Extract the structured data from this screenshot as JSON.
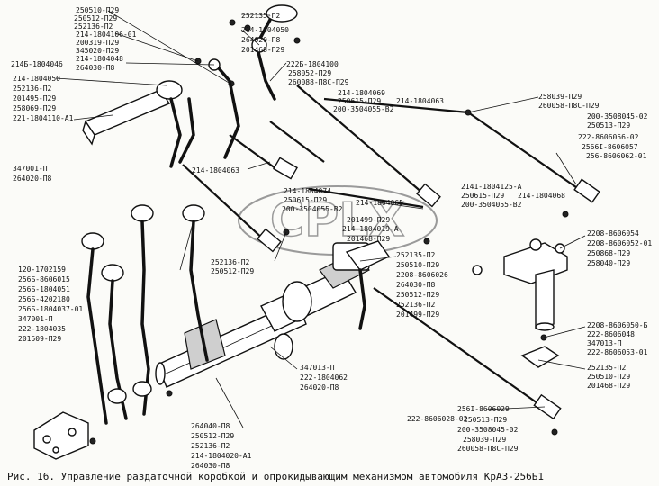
{
  "caption": "Рис. 16. Управление раздаточной коробкой и опрокидывающим  механизмом автомобиля КрАЗ-256Б1",
  "watermark": "CPLX",
  "labels": [
    "250510-П29",
    "250512-П29",
    "252136-П2",
    "214-1804106-01",
    "200319-П29",
    "345020-П29",
    "214-1804048",
    "214Б-1804046",
    "264030-П8",
    "214-1804050",
    "252136-П2",
    "201495-П29",
    "258069-П29",
    "221-1804110-А1",
    "347001-П",
    "264020-П8",
    "252135-П2",
    "214-1804050",
    "264020-П8",
    "201468-П29",
    "222Б-1804100",
    "258052-П29",
    "260088-П8С-П29",
    "214-1804069",
    "250615-П29",
    "200-3504055-В2",
    "214-1804063",
    "258039-П29",
    "260058-П8С-П29",
    "200-3508045-02",
    "250513-П29",
    "222-8606056-02",
    "2566І-8606057",
    "256-8606062-01",
    "214-1804068",
    "214-1804063",
    "214-1804074",
    "250615-П29",
    "200-3504055-В2",
    "214-1804065",
    "2141-1804125-А",
    "250615-П29",
    "200-3504055-В2",
    "201499-П29",
    "214-1804019-А",
    "201468-П29",
    "2208-8606054",
    "2208-8606052-01",
    "250868-П29",
    "258040-П29",
    "120-1702159",
    "256Б-8606015",
    "256Б-1804051",
    "256Б-4202180",
    "256Б-1804037-01",
    "347001-П",
    "222-1804035",
    "201509-П29",
    "252136-П2",
    "250512-П29",
    "252135-П2",
    "250510-П29",
    "2208-8606026",
    "264030-П8",
    "250512-П29",
    "252136-П2",
    "201499-П29",
    "2208-8606050-Б",
    "222-8606048",
    "347013-П",
    "222-8606053-01",
    "347013-П",
    "222-1804062",
    "264020-П8",
    "252135-П2",
    "250510-П29",
    "201468-П29",
    "264040-П8",
    "250512-П29",
    "252136-П2",
    "214-1804020-А1",
    "264030-П8",
    "256І-8606029",
    "222-8606028-02",
    "250513-П29",
    "200-3508045-02",
    "258039-П29",
    "260058-П8С-П29"
  ]
}
